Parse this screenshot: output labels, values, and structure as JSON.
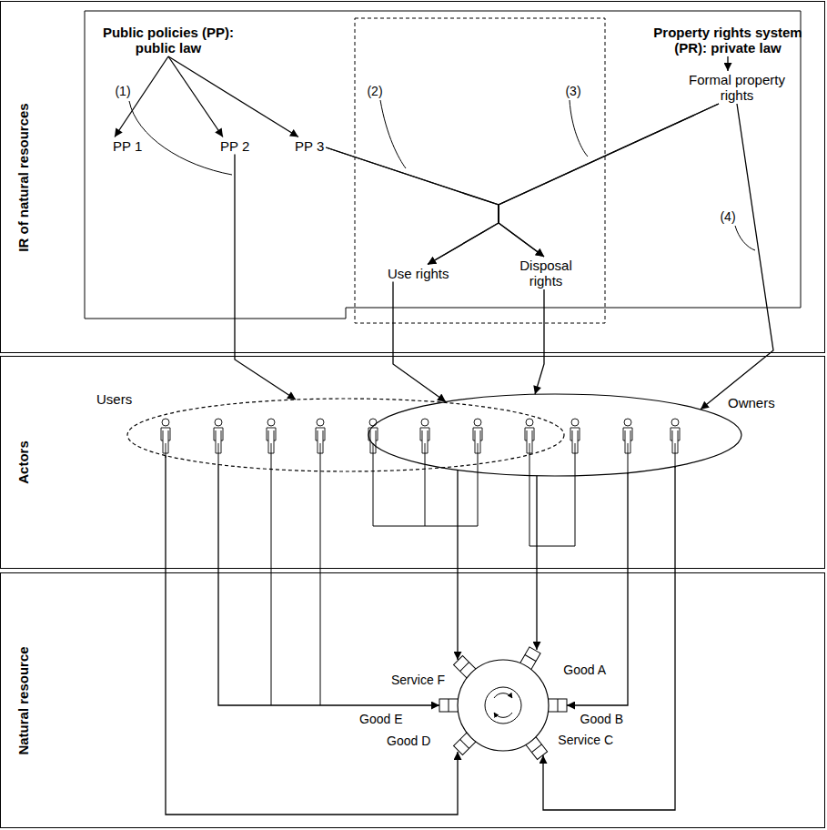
{
  "diagram": {
    "nodes": [
      {
        "text": [
          "IR of natural resources"
        ]
      },
      {
        "text": [
          "Public policies (PP): public law"
        ],
        "in": 0
      },
      {
        "text": [
          "PP 1"
        ],
        "in": 0
      },
      {
        "text": [
          "PP 2"
        ],
        "in": 0
      },
      {
        "text": [
          "PP 3"
        ],
        "in": 0
      },
      {
        "text": [
          "Property rights system (PR): private law"
        ],
        "in": 0
      },
      {
        "text": [
          "Formal property rights"
        ],
        "in": 0
      },
      {
        "text": [
          "Use rights"
        ],
        "in": 0
      },
      {
        "text": [
          "Disposal rights"
        ],
        "in": 0
      },
      {
        "text": [
          "Actors"
        ]
      },
      {
        "text": [
          "Users"
        ],
        "in": 9
      },
      {
        "text": [
          "Owners"
        ],
        "in": 9
      },
      {
        "text": [
          "Natural resource"
        ]
      },
      {
        "text": [
          "Service F"
        ],
        "in": 12
      },
      {
        "text": [
          "Good A"
        ],
        "in": 12
      },
      {
        "text": [
          "Good E"
        ],
        "in": 12
      },
      {
        "text": [
          "Good B"
        ],
        "in": 12
      },
      {
        "text": [
          "Good D"
        ],
        "in": 12
      },
      {
        "text": [
          "Service C"
        ],
        "in": 12
      }
    ],
    "edges": [
      {
        "from": 1,
        "to": 2,
        "arrow": "to"
      },
      {
        "from": 1,
        "to": 3,
        "arrow": "to"
      },
      {
        "from": 1,
        "to": 4,
        "arrow": "to"
      },
      {
        "from": 5,
        "to": 6,
        "arrow": "to"
      },
      {
        "from": 3,
        "to": 10,
        "arrow": "to",
        "label": "(1)"
      },
      {
        "from": 4,
        "to": 7,
        "arrow": "to",
        "label": "(2)"
      },
      {
        "from": 4,
        "to": 8,
        "arrow": "to"
      },
      {
        "from": 6,
        "to": 7,
        "arrow": "to",
        "label": "(3)"
      },
      {
        "from": 6,
        "to": 8,
        "arrow": "to"
      },
      {
        "from": 6,
        "to": 11,
        "arrow": "to",
        "label": "(4)"
      },
      {
        "from": 7,
        "to": 11,
        "arrow": "to"
      },
      {
        "from": 8,
        "to": 11,
        "arrow": "to"
      },
      {
        "from": 10,
        "to": 17,
        "arrow": "to"
      },
      {
        "from": 10,
        "to": 15,
        "arrow": "to"
      },
      {
        "from": 11,
        "to": 13,
        "arrow": "to"
      },
      {
        "from": 11,
        "to": 14,
        "arrow": "to"
      },
      {
        "from": 11,
        "to": 16,
        "arrow": "to"
      },
      {
        "from": 11,
        "to": 18,
        "arrow": "to"
      }
    ]
  }
}
